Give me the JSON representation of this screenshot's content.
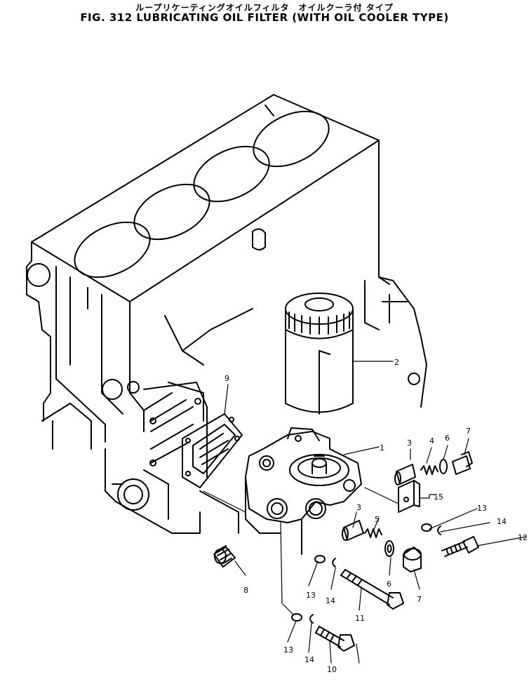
{
  "header": {
    "title_jp": "ループリケーティングオイルフィルタ　オイルクーラ付 タイプ",
    "title_en": "FIG. 312  LUBRICATING OIL FILTER (WITH OIL COOLER TYPE)"
  },
  "callouts": {
    "n1": "1",
    "n2": "2",
    "n3a": "3",
    "n4": "4",
    "n6a": "6",
    "n7a": "7",
    "n9": "9",
    "n15": "15",
    "n3b": "3",
    "n5": "5",
    "n13a": "13",
    "n14a": "14",
    "n12": "12",
    "n8": "8",
    "n13b": "13",
    "n14b": "14",
    "n6b": "6",
    "n7b": "7",
    "n11": "11",
    "n13c": "13",
    "n14c": "14",
    "n10": "10"
  },
  "colors": {
    "ink": "#000000",
    "paper": "#ffffff"
  }
}
